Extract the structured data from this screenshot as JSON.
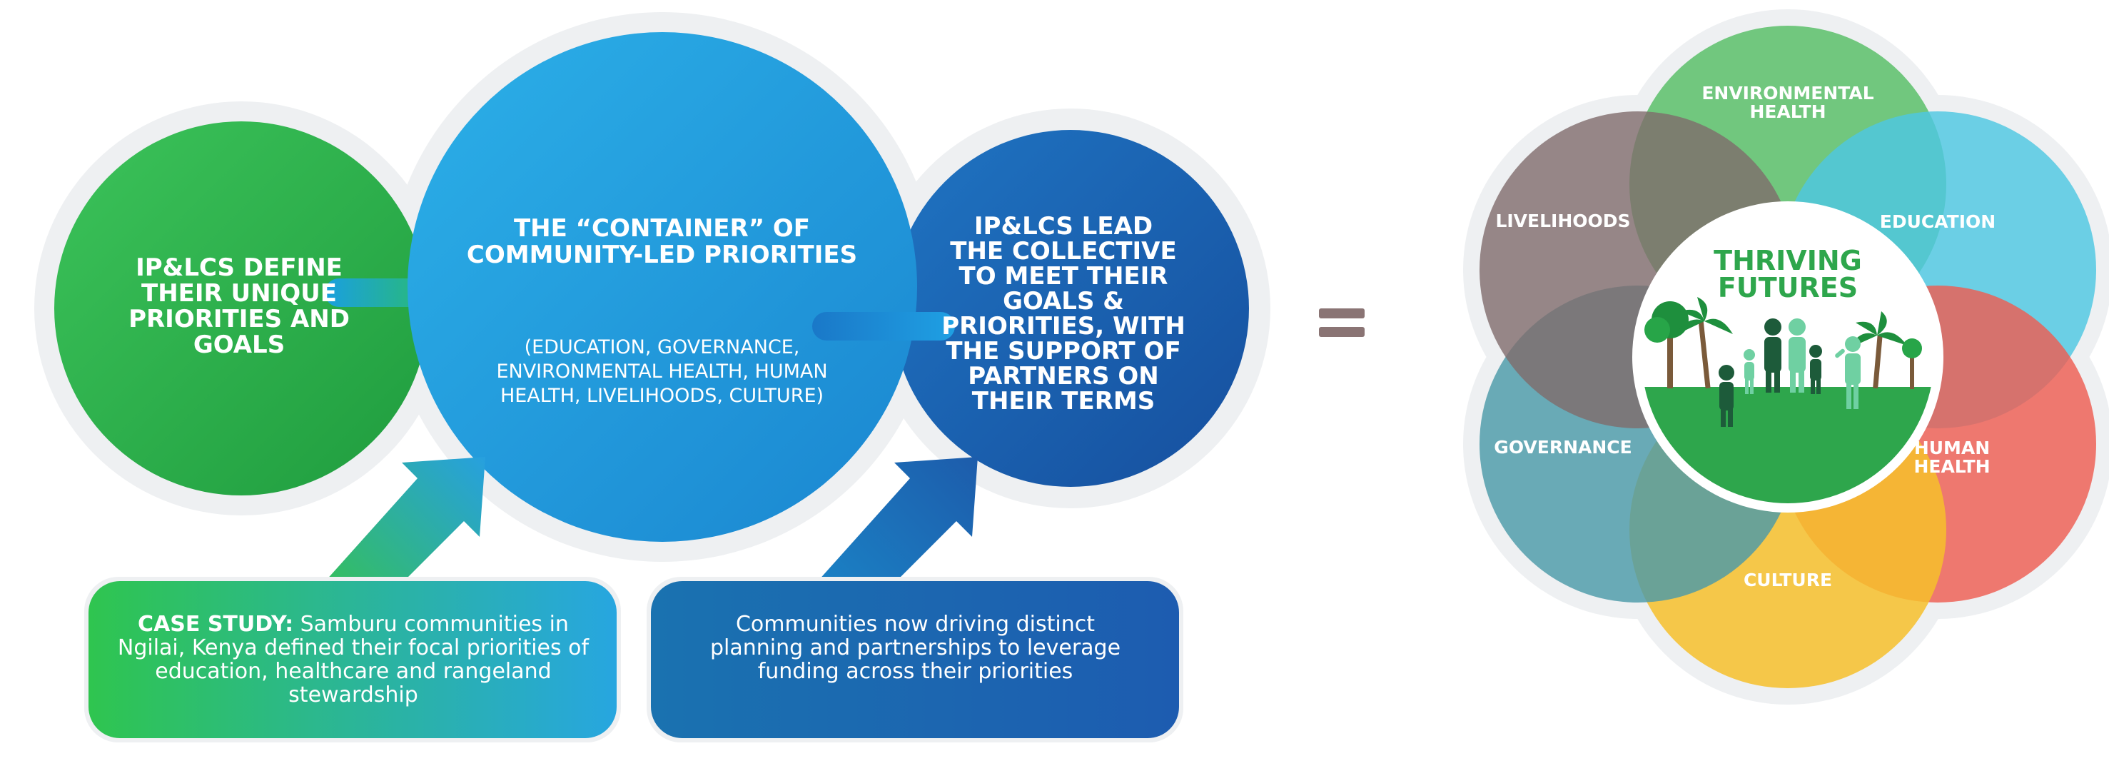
{
  "left_flow": {
    "circle_define": {
      "text": "IP&LCS DEFINE\nTHEIR UNIQUE\nPRIORITIES AND\nGOALS"
    },
    "circle_container": {
      "title": "THE “CONTAINER” OF\nCOMMUNITY-LED PRIORITIES",
      "subtitle": "(EDUCATION, GOVERNANCE,\nENVIRONMENTAL HEALTH, HUMAN\nHEALTH, LIVELIHOODS, CULTURE)"
    },
    "circle_lead": {
      "text": "IP&LCS LEAD\nTHE COLLECTIVE\nTO MEET THEIR\nGOALS &\nPRIORITIES, WITH\nTHE SUPPORT OF\nPARTNERS ON\nTHEIR TERMS"
    },
    "case_study_box": {
      "label": "CASE STUDY:",
      "text": " Samburu communities in Ngilai, Kenya defined their focal priorities of education, healthcare and rangeland stewardship"
    },
    "communities_box": {
      "text": "Communities now driving distinct planning and partnerships to leverage funding across their priorities"
    }
  },
  "equals_sign": "=",
  "venn": {
    "center_title": "THRIVING\nFUTURES",
    "petals": [
      {
        "label": "ENVIRONMENTAL\nHEALTH",
        "color": "#5bbf6a"
      },
      {
        "label": "EDUCATION",
        "color": "#4ec7e2"
      },
      {
        "label": "HUMAN\nHEALTH",
        "color": "#ee5d52"
      },
      {
        "label": "CULTURE",
        "color": "#f6bf2c"
      },
      {
        "label": "GOVERNANCE",
        "color": "#4c9aa8"
      },
      {
        "label": "LIVELIHOODS",
        "color": "#7f6c6c"
      }
    ]
  }
}
